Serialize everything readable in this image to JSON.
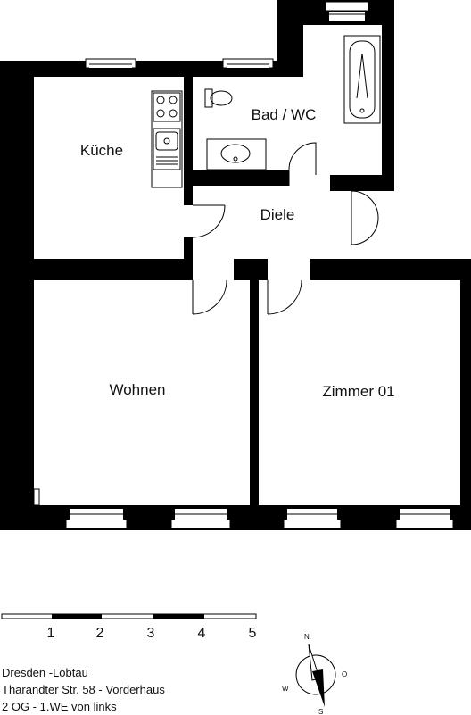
{
  "rooms": {
    "kueche": "Küche",
    "bad": "Bad / WC",
    "diele": "Diele",
    "wohnen": "Wohnen",
    "zimmer": "Zimmer 01"
  },
  "scale": {
    "labels": [
      "1",
      "2",
      "3",
      "4",
      "5"
    ]
  },
  "compass": {
    "north": "N",
    "east": "O",
    "south": "S",
    "west": "W"
  },
  "address": {
    "line1": "Dresden -Löbtau",
    "line2": "Tharandter Str. 58 - Vorderhaus",
    "line3": "2 OG - 1.WE von links"
  }
}
